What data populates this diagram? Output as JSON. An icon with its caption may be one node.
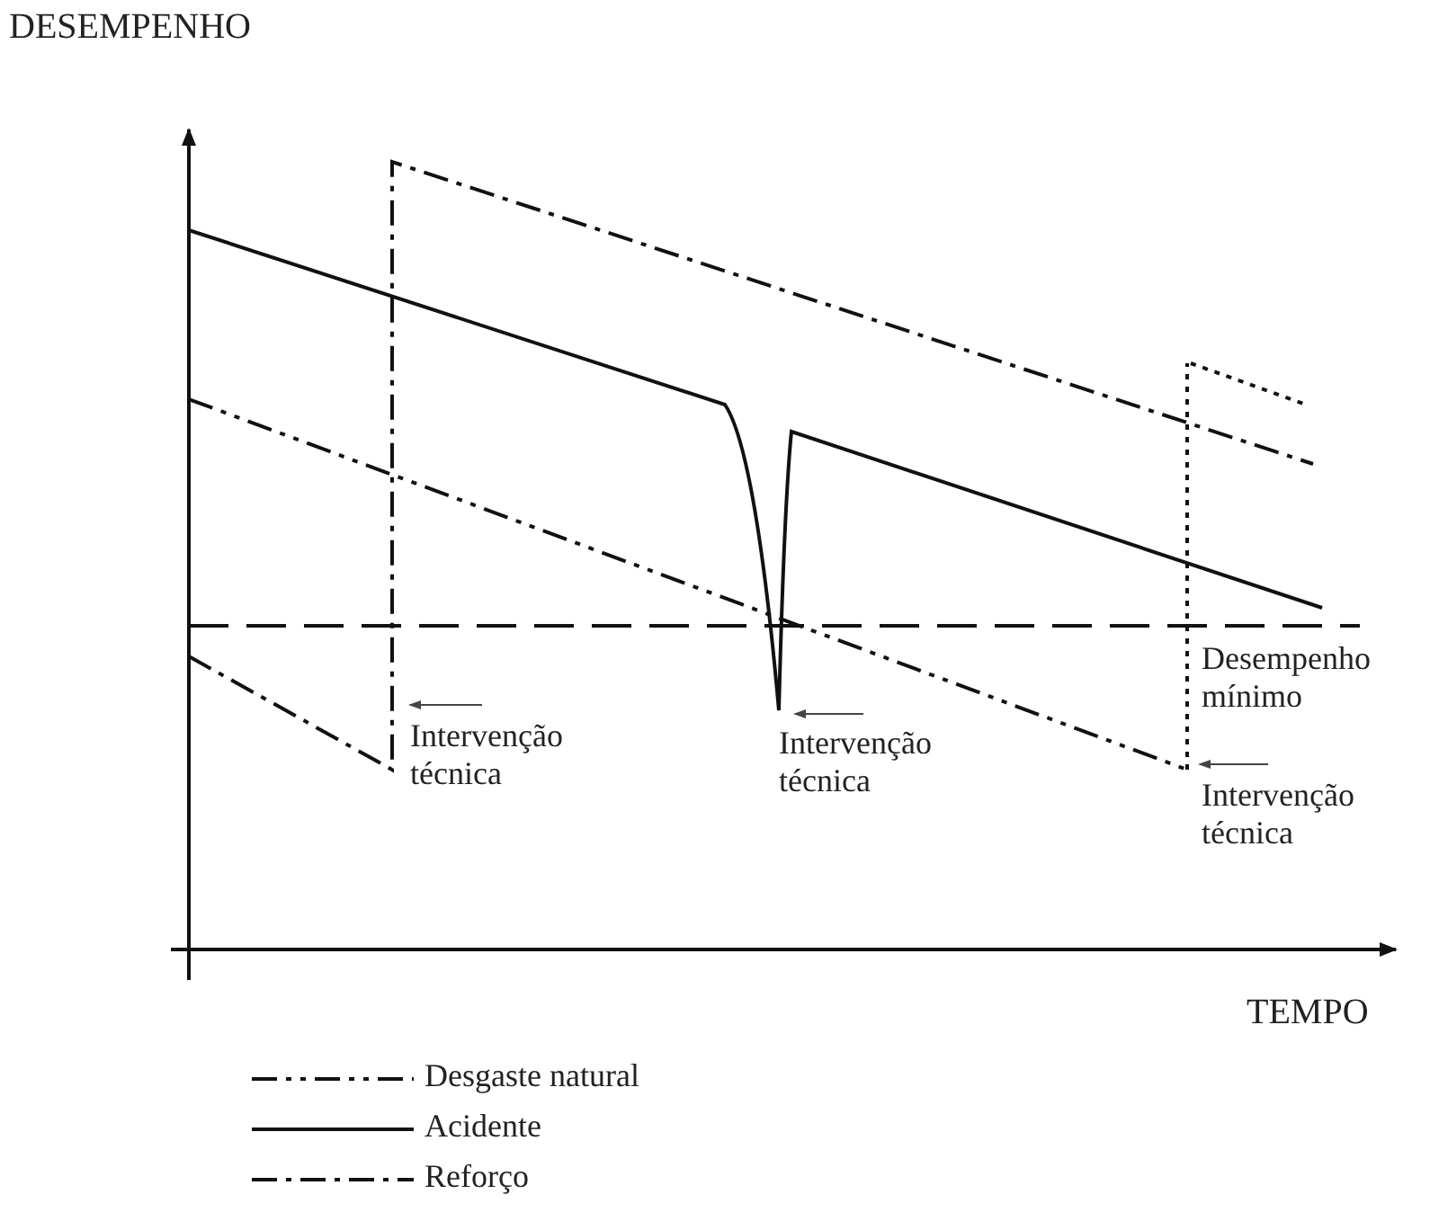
{
  "diagram": {
    "labels": [
      "DESEMPENHO",
      "Desempenho mínimo",
      "Intervenção técnica",
      "Intervenção técnica",
      "Intervenção técnica",
      "TEMPO"
    ],
    "legend": [
      {
        "text": "Desgaste natural"
      },
      {
        "text": "Acidente"
      },
      {
        "text": "Reforço"
      }
    ]
  }
}
